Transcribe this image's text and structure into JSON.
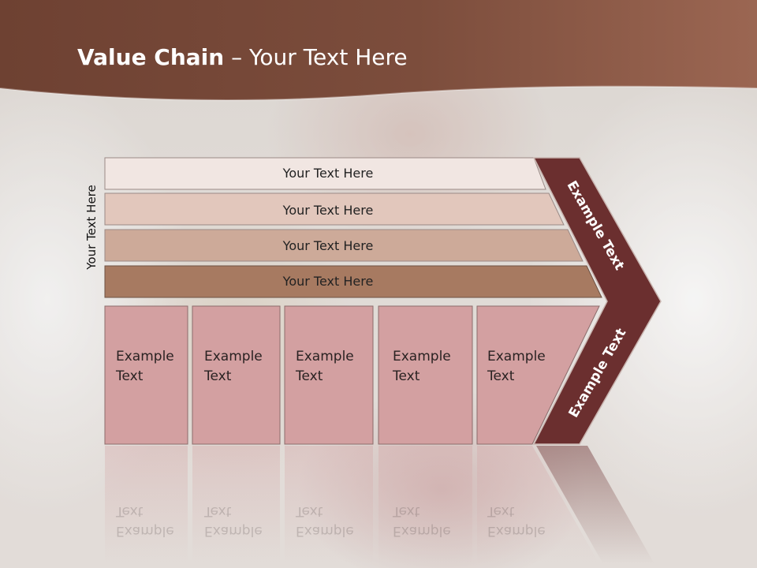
{
  "slide": {
    "title_bold": "Value Chain",
    "title_rest": " – Your Text Here",
    "side_label": "Your Text Here"
  },
  "bars": [
    {
      "label": "Your Text Here",
      "color": "#f1e6e2"
    },
    {
      "label": "Your Text Here",
      "color": "#e2c7bc"
    },
    {
      "label": "Your Text Here",
      "color": "#cdaa99"
    },
    {
      "label": "Your Text Here",
      "color": "#a77a61"
    }
  ],
  "cells": [
    {
      "line1": "Example",
      "line2": "Text"
    },
    {
      "line1": "Example",
      "line2": "Text"
    },
    {
      "line1": "Example",
      "line2": "Text"
    },
    {
      "line1": "Example",
      "line2": "Text"
    },
    {
      "line1": "Example",
      "line2": "Text"
    }
  ],
  "chevron": {
    "upper": "Example Text",
    "lower": "Example Text",
    "color": "#6b2f2f"
  },
  "colors": {
    "header": "#7c4e3c",
    "cell": "#d3a0a1"
  }
}
